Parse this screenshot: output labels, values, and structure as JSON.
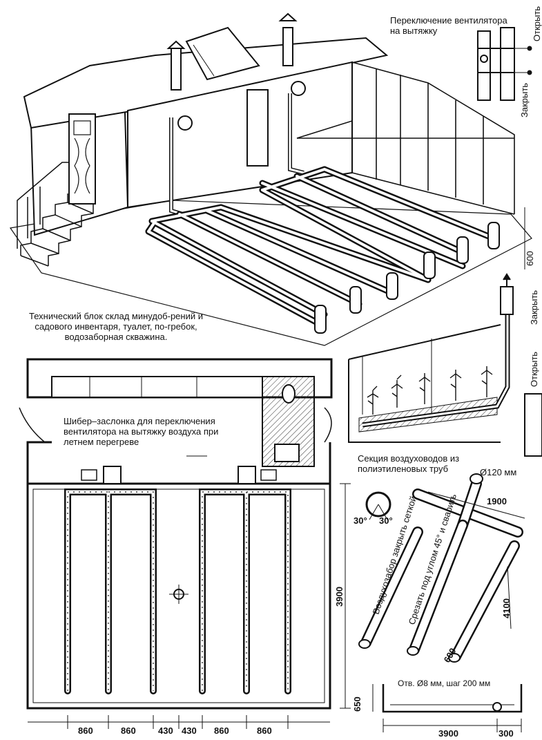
{
  "labels": {
    "fan_switch": "Переключение вентилятора на вытяжку",
    "open": "Открыть",
    "close": "Закрыть",
    "tech_block": "Технический блок склад минудоб-рений и садового инвентаря, туалет, по-гребок, водозаборная скважина.",
    "damper": "Шибер–заслонка для переключения вентилятора на вытяжку воздуха при летнем перегреве",
    "section": "Секция воздуховодов из полиэтиленовых труб",
    "pipe_diameter": "Ø120 мм",
    "air_intake": "Воздухозабор закрыть сеткой",
    "cut": "Срезать под углом 45° и сварить",
    "holes": "Отв. Ø8 мм, шаг 200 мм"
  },
  "dimensions": {
    "d600_top": "600",
    "d3900_plan": "3900",
    "d650": "650",
    "row": [
      "860",
      "860",
      "430",
      "430",
      "860",
      "860"
    ],
    "d1900": "1900",
    "d4100": "4100",
    "d600_small": "600",
    "d3900_bottom": "3900",
    "d300": "300",
    "angle_left": "30°",
    "angle_right": "30°"
  }
}
